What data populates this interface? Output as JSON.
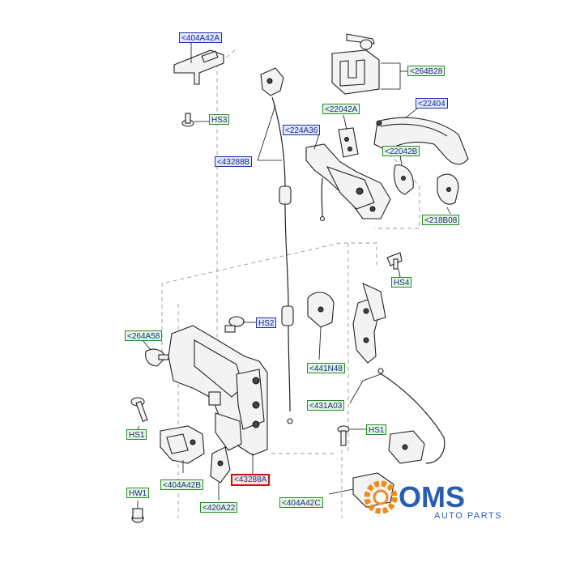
{
  "labels": {
    "l404A42A": "<404A42A",
    "lHS3": "HS3",
    "l43288B": "<43288B",
    "l264B28": "<264B28",
    "l22042A": "<22042A",
    "l22404": "<22404",
    "l224A36": "<224A36",
    "l22042B": "<22042B",
    "l218B08": "<218B08",
    "lHS4": "HS4",
    "lHS2": "HS2",
    "l264A58": "<264A58",
    "l441N48": "<441N48",
    "l431A03": "<431A03",
    "lHS1a": "HS1",
    "lHS1b": "HS1",
    "l404A42B": "<404A42B",
    "l43288A": "<43288A",
    "l420A22": "<420A22",
    "lHW1": "HW1",
    "l404A42C": "<404A42C"
  },
  "logo": {
    "brand": "OMS",
    "tagline": "AUTO PARTS",
    "colors": {
      "gear": "#f08a1c",
      "text": "#2a5db0"
    }
  },
  "colors": {
    "label_blue_fill": "#dfe6ff",
    "label_green_fill": "#e4f6e0",
    "highlight_red": "#d01010"
  }
}
